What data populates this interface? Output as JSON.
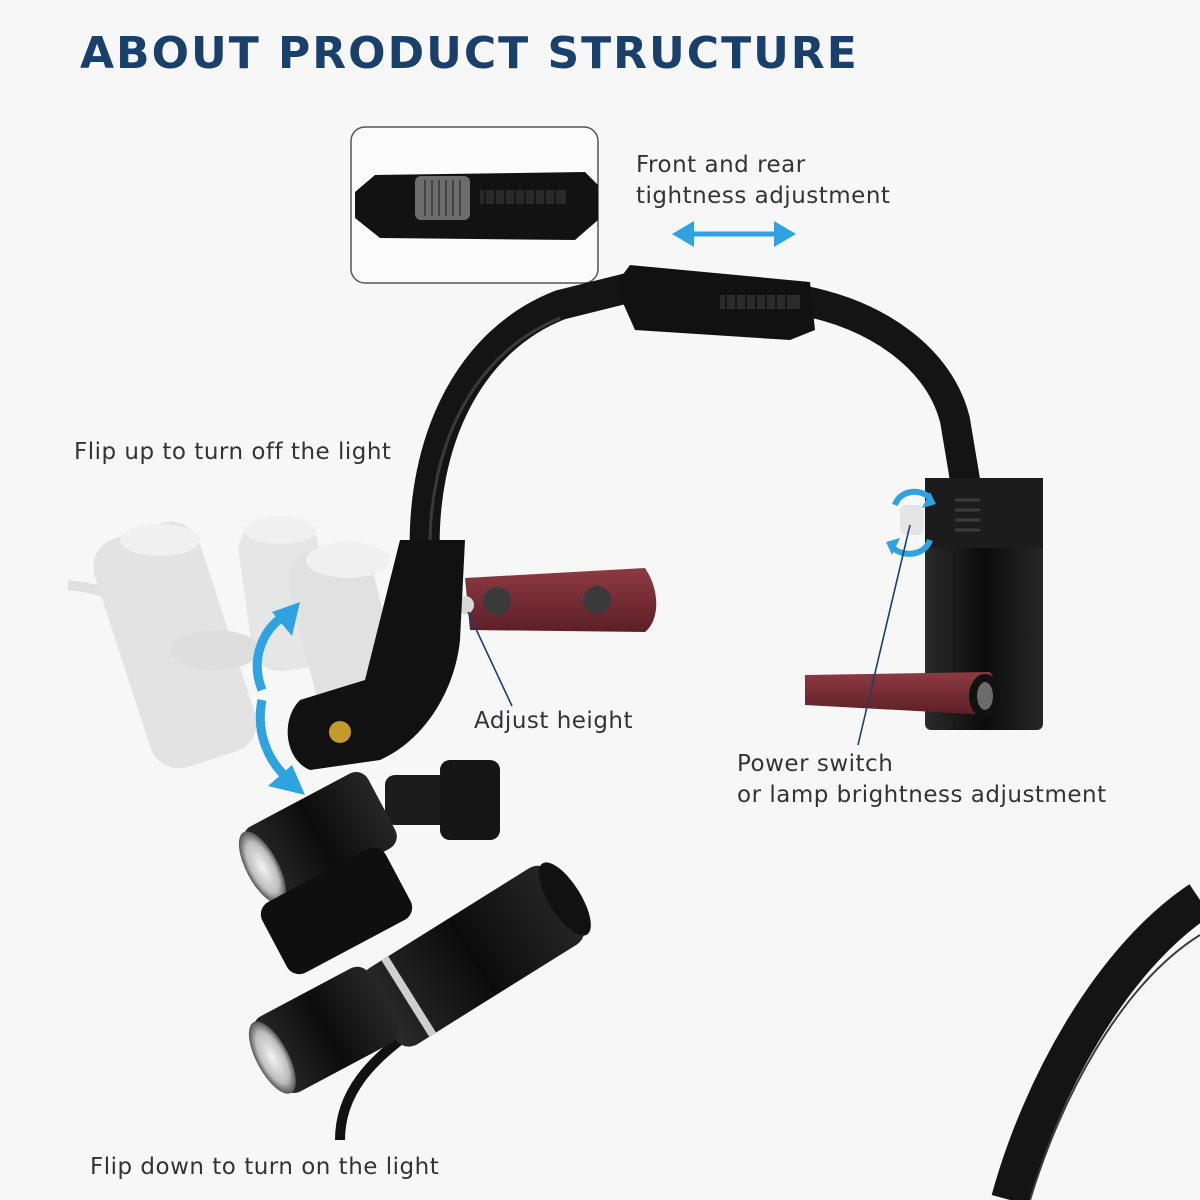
{
  "page": {
    "title": "ABOUT PRODUCT STRUCTURE"
  },
  "callouts": {
    "front_rear": {
      "line1": "Front and rear",
      "line2": "tightness adjustment"
    },
    "flip_up": "Flip up to turn off the light",
    "adjust_height": "Adjust height",
    "power_switch": {
      "line1": "Power switch",
      "line2": "or lamp brightness adjustment"
    },
    "flip_down": "Flip down to turn on the light"
  },
  "colors": {
    "title": "#18406b",
    "arrow_blue": "#2ea3e0",
    "headband_black": "#141414",
    "leather": "#7a2e36",
    "ghost_gray": "#cfcfcf"
  },
  "icons": {
    "double_arrow": "horizontal-double-arrow-icon",
    "flip_arrows": "curved-up-down-arrows-icon",
    "rotate_arrows": "rotate-knob-arrows-icon"
  }
}
